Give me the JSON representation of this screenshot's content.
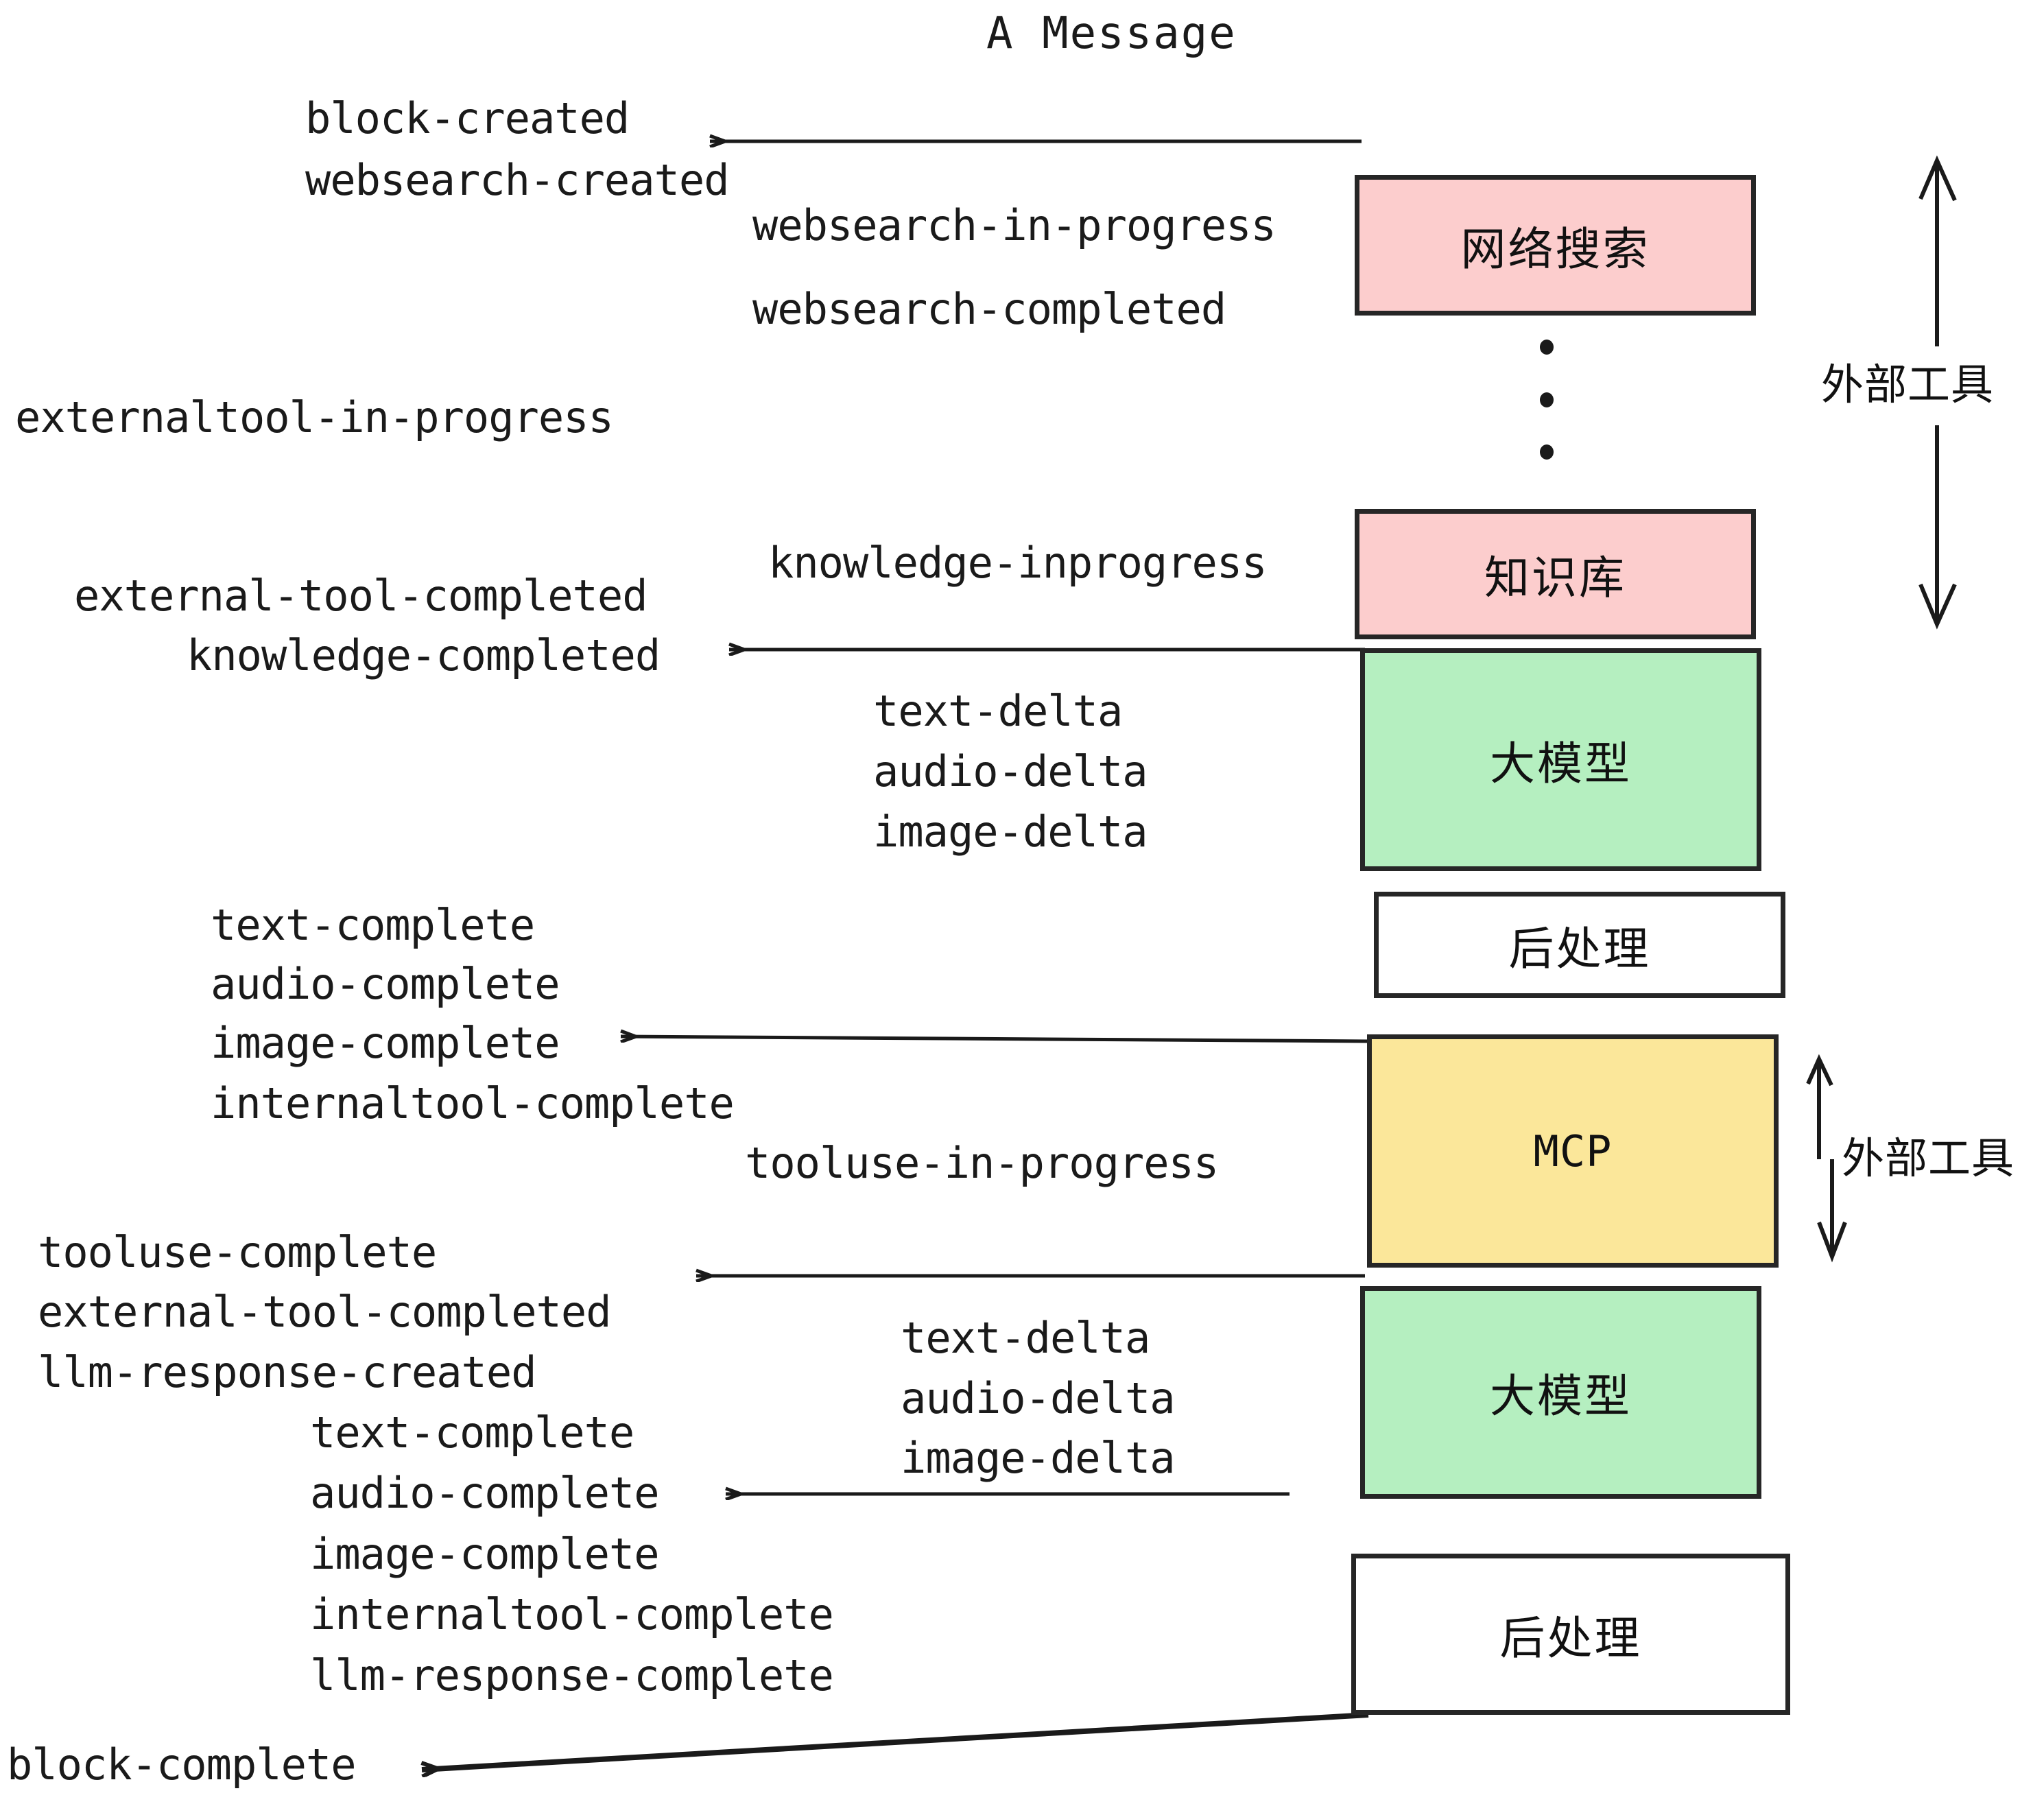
{
  "title": "A Message",
  "colors": {
    "pink": "#fccdcd",
    "green": "#b5efc0",
    "yellow": "#fbe79a",
    "white": "#ffffff",
    "stroke": "#262626",
    "text": "#1a1a1a"
  },
  "boxes": {
    "websearch": "网络搜索",
    "knowledge": "知识库",
    "llm_1": "大模型",
    "postprocess_1": "后处理",
    "mcp": "MCP",
    "llm_2": "大模型",
    "postprocess_2": "后处理"
  },
  "side_labels": {
    "external_tool_1": "外部工具",
    "external_tool_2": "外部工具"
  },
  "events": {
    "block_created": "block-created",
    "websearch_created": "websearch-created",
    "websearch_in_progress": "websearch-in-progress",
    "websearch_completed": "websearch-completed",
    "externaltool_in_progress": "externaltool-in-progress",
    "knowledge_inprogress": "knowledge-inprogress",
    "external_tool_completed_1": "external-tool-completed",
    "knowledge_completed": "knowledge-completed",
    "text_delta_1": "text-delta",
    "audio_delta_1": "audio-delta",
    "image_delta_1": "image-delta",
    "text_complete_1": "text-complete",
    "audio_complete_1": "audio-complete",
    "image_complete_1": "image-complete",
    "internaltool_complete_1": "internaltool-complete",
    "tooluse_in_progress": "tooluse-in-progress",
    "tooluse_complete": "tooluse-complete",
    "external_tool_completed_2": "external-tool-completed",
    "llm_response_created": "llm-response-created",
    "text_delta_2": "text-delta",
    "audio_delta_2": "audio-delta",
    "image_delta_2": "image-delta",
    "text_complete_2": "text-complete",
    "audio_complete_2": "audio-complete",
    "image_complete_2": "image-complete",
    "internaltool_complete_2": "internaltool-complete",
    "llm_response_complete": "llm-response-complete",
    "block_complete": "block-complete"
  }
}
